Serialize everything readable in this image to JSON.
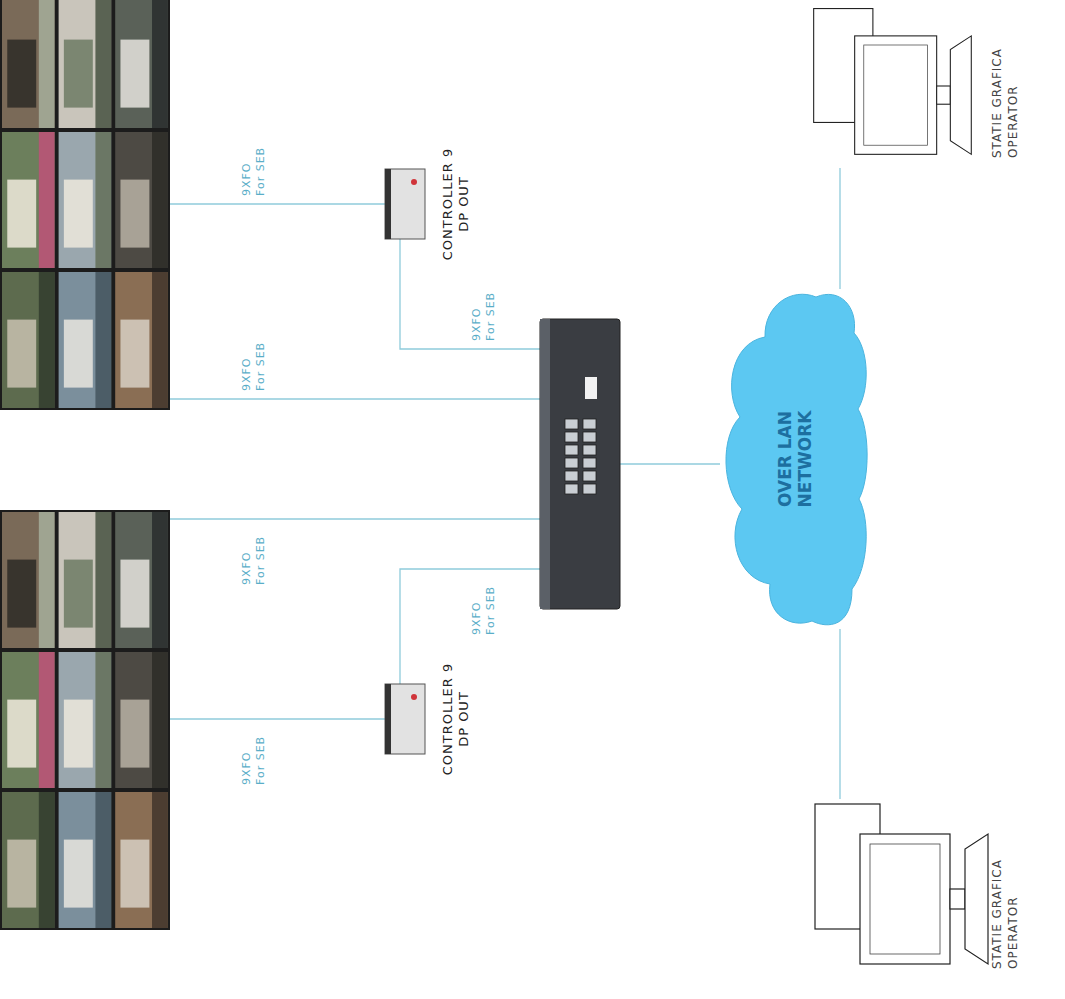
{
  "diagram": {
    "nodes": [
      {
        "text": [
          "CONTROLLER 9 DP OUT"
        ]
      },
      {
        "text": [
          "CONTROLLER 9 DP OUT"
        ]
      },
      {
        "text": [
          "OVER LAN NETWORK"
        ]
      },
      {
        "text": [
          "STATIE GRAFICA OPERATOR"
        ]
      },
      {
        "text": [
          "STATIE GRAFICA OPERATOR"
        ]
      }
    ],
    "edges": [
      {
        "from": 2,
        "to": 3,
        "arrow": "none"
      },
      {
        "from": 2,
        "to": 4,
        "arrow": "none"
      }
    ],
    "labels": [
      "9XFO For SEB",
      "9XFO For SEB",
      "9XFO For SEB",
      "9XFO For SEB",
      "9XFO For SEB",
      "9XFO For SEB"
    ]
  }
}
